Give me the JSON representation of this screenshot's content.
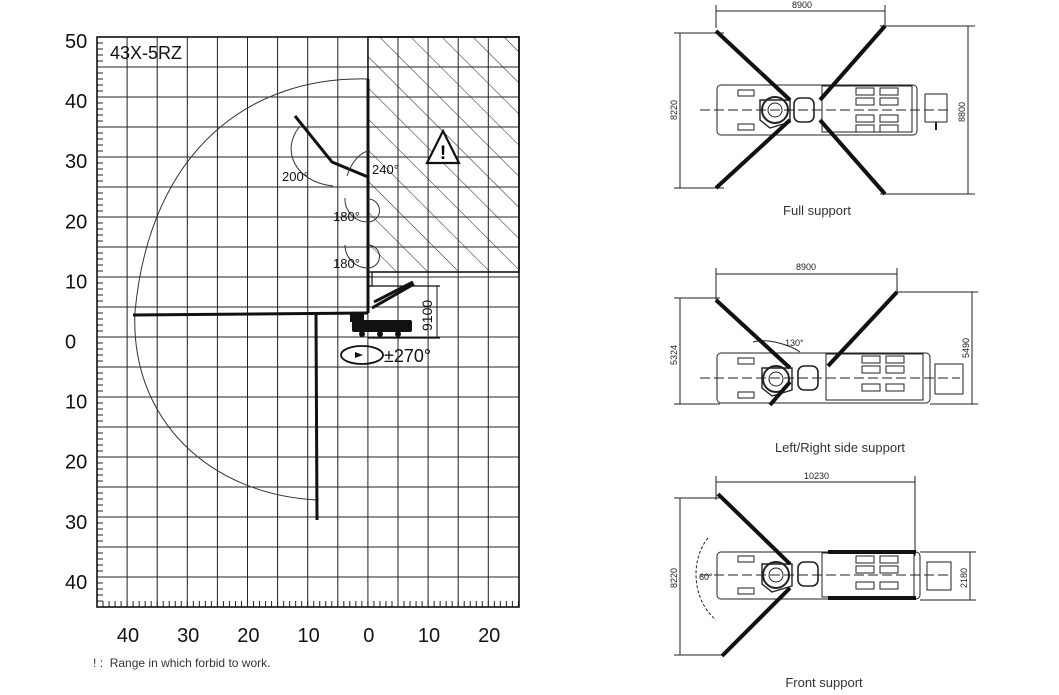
{
  "chart": {
    "model": "43X-5RZ",
    "y_ticks": [
      "50",
      "40",
      "30",
      "20",
      "10",
      "0",
      "10",
      "20",
      "30",
      "40"
    ],
    "x_ticks": [
      "40",
      "30",
      "20",
      "10",
      "0",
      "10",
      "20"
    ],
    "angles": [
      "200°",
      "240°",
      "180°",
      "180°"
    ],
    "slew": "±270°",
    "clearance": "9100",
    "warning_symbol": "!"
  },
  "footnote": {
    "mark": "!",
    "text": "Range in which forbid to work."
  },
  "supports": {
    "full": {
      "caption": "Full support",
      "width": "8900",
      "left_height": "8220",
      "right_height": "8800"
    },
    "side": {
      "caption": "Left/Right side support",
      "width": "8900",
      "angle": "130°",
      "left_height": "5324",
      "right_height": "5490"
    },
    "front": {
      "caption": "Front support",
      "width": "10230",
      "angle": "60°",
      "left_height": "8220",
      "right_height": "2180"
    }
  },
  "colors": {
    "ink": "#1a1a1a",
    "grid": "#222222"
  }
}
